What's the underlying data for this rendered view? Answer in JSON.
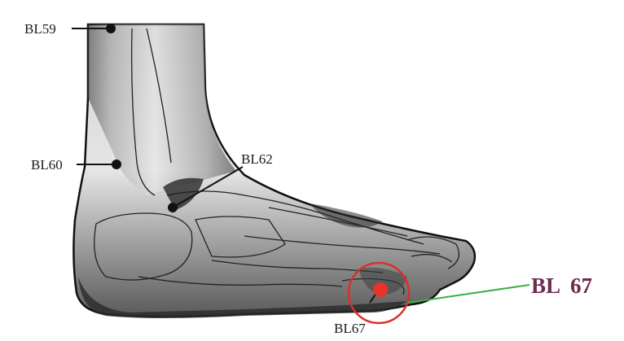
{
  "labels": {
    "bl59": "BL59",
    "bl60": "BL60",
    "bl62": "BL62",
    "bl67_small": "BL67",
    "bl67_big": "BL  67"
  },
  "colors": {
    "highlight_point": "#e8322a",
    "highlight_ring": "#d9302a",
    "leader_line": "#3cb043",
    "big_label": "#6b2c4e"
  }
}
